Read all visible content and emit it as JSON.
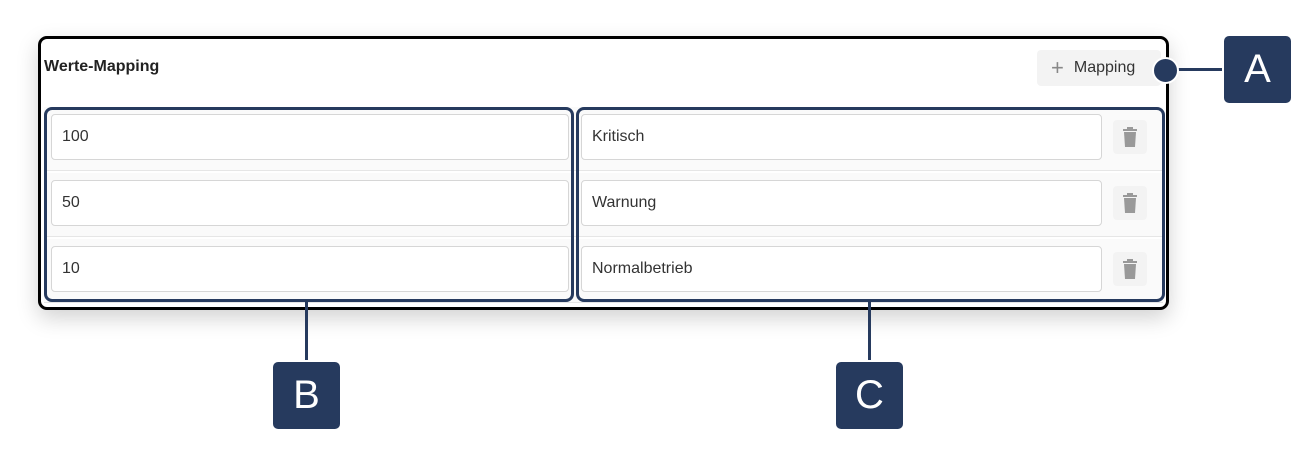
{
  "panel": {
    "title": "Werte-Mapping",
    "add_button_label": "Mapping",
    "add_button_icon": "plus-icon",
    "rows": [
      {
        "value": "100",
        "label": "Kritisch"
      },
      {
        "value": "50",
        "label": "Warnung"
      },
      {
        "value": "10",
        "label": "Normalbetrieb"
      }
    ]
  },
  "callouts": {
    "a": "A",
    "b": "B",
    "c": "C"
  },
  "colors": {
    "callout": "#263a5e"
  }
}
